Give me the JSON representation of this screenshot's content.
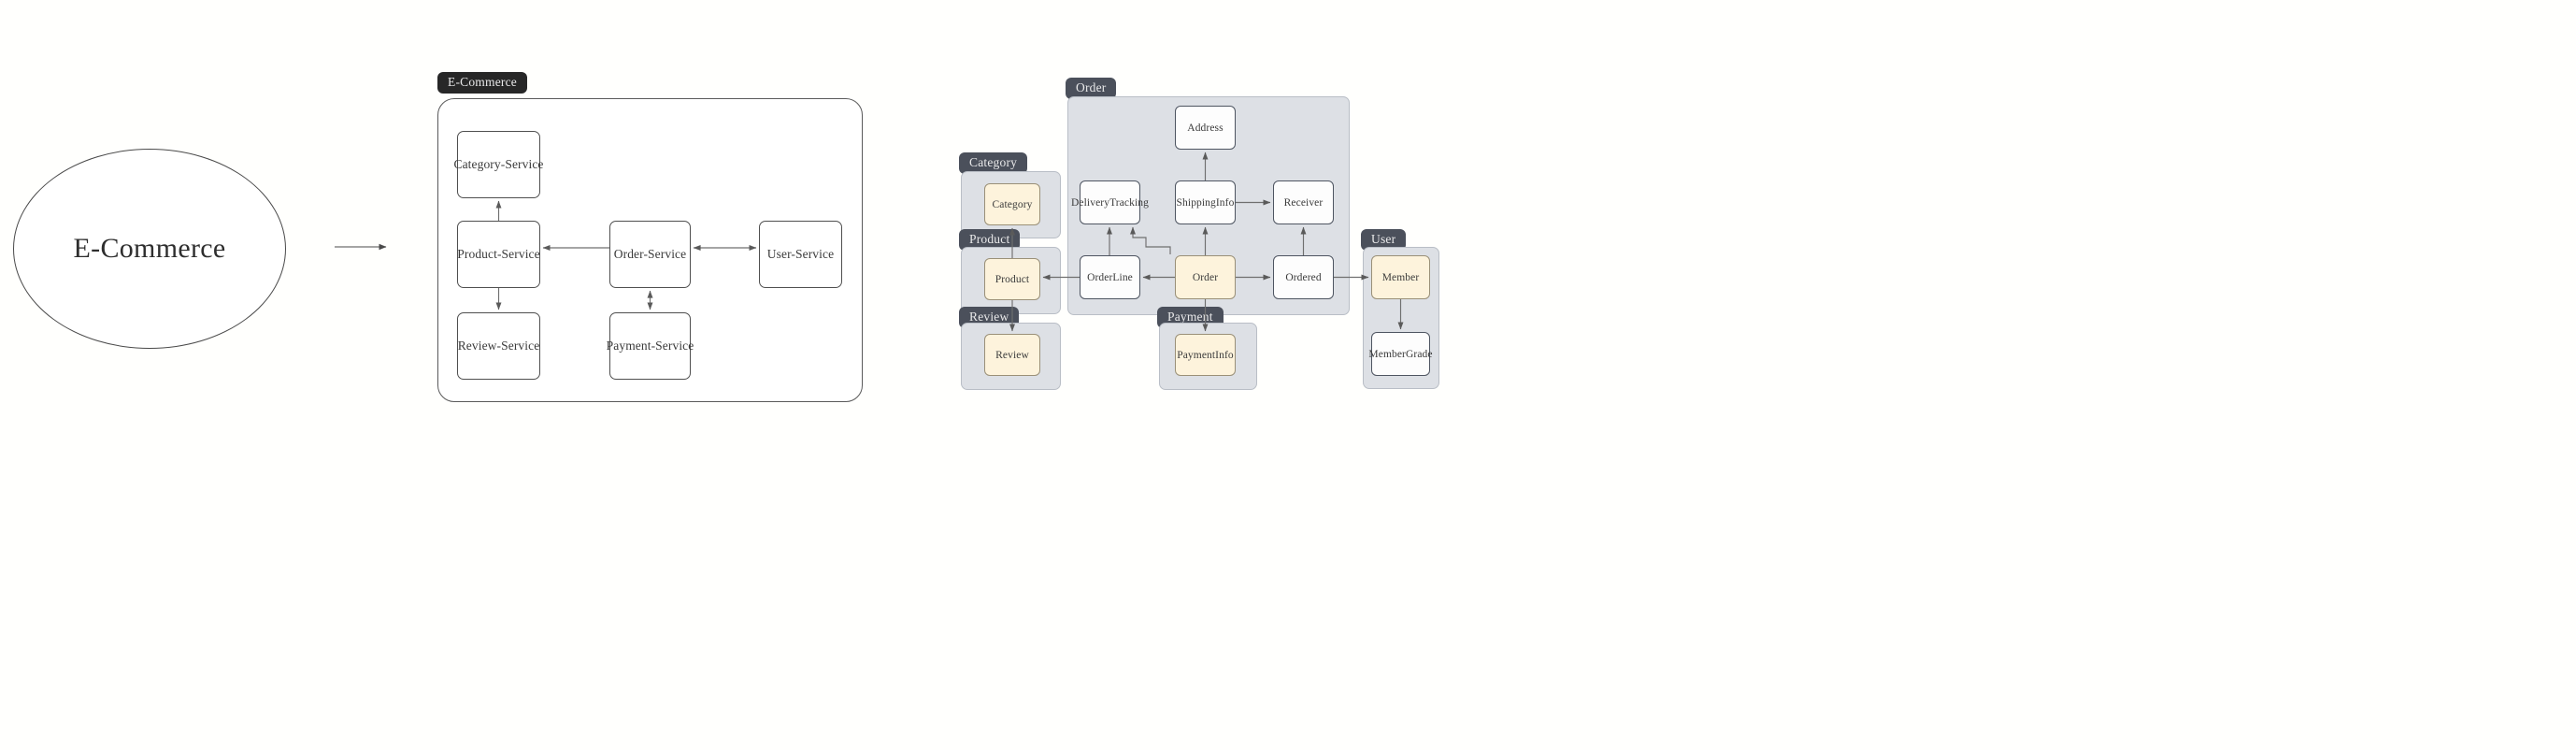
{
  "diagram": {
    "title_context": "E-Commerce",
    "flow_arrow": "right-arrow"
  },
  "context": {
    "shape": "ellipse",
    "label": "E-Commerce"
  },
  "system": {
    "tag": "E-Commerce",
    "services": [
      {
        "id": "category-service",
        "label": "Category-Service"
      },
      {
        "id": "product-service",
        "label": "Product-Service"
      },
      {
        "id": "order-service",
        "label": "Order-Service"
      },
      {
        "id": "user-service",
        "label": "User-Service"
      },
      {
        "id": "review-service",
        "label": "Review-Service"
      },
      {
        "id": "payment-service",
        "label": "Payment-Service"
      }
    ],
    "relations": [
      {
        "from": "Product-Service",
        "to": "Category-Service",
        "type": "directed"
      },
      {
        "from": "Product-Service",
        "to": "Review-Service",
        "type": "directed"
      },
      {
        "from": "Order-Service",
        "to": "Product-Service",
        "type": "directed"
      },
      {
        "from": "Order-Service",
        "to": "User-Service",
        "type": "bidirectional"
      },
      {
        "from": "Order-Service",
        "to": "Payment-Service",
        "type": "bidirectional"
      }
    ]
  },
  "domain_model": {
    "groups": [
      {
        "id": "category",
        "tag": "Category"
      },
      {
        "id": "order",
        "tag": "Order"
      },
      {
        "id": "product",
        "tag": "Product"
      },
      {
        "id": "review",
        "tag": "Review"
      },
      {
        "id": "payment",
        "tag": "Payment"
      },
      {
        "id": "user",
        "tag": "User"
      }
    ],
    "entities": [
      {
        "id": "category",
        "label": "Category",
        "group": "category",
        "kind": "aggregate"
      },
      {
        "id": "product",
        "label": "Product",
        "group": "product",
        "kind": "aggregate"
      },
      {
        "id": "review",
        "label": "Review",
        "group": "review",
        "kind": "aggregate"
      },
      {
        "id": "address",
        "label": "Address",
        "group": "order",
        "kind": "plain"
      },
      {
        "id": "deliverytracking",
        "label": "DeliveryTracking",
        "group": "order",
        "kind": "plain"
      },
      {
        "id": "shippinginfo",
        "label": "ShippingInfo",
        "group": "order",
        "kind": "plain"
      },
      {
        "id": "receiver",
        "label": "Receiver",
        "group": "order",
        "kind": "plain"
      },
      {
        "id": "orderline",
        "label": "OrderLine",
        "group": "order",
        "kind": "plain"
      },
      {
        "id": "order",
        "label": "Order",
        "group": "order",
        "kind": "aggregate"
      },
      {
        "id": "ordered",
        "label": "Ordered",
        "group": "order",
        "kind": "plain"
      },
      {
        "id": "paymentinfo",
        "label": "PaymentInfo",
        "group": "payment",
        "kind": "aggregate"
      },
      {
        "id": "member",
        "label": "Member",
        "group": "user",
        "kind": "aggregate"
      },
      {
        "id": "membergrade",
        "label": "MemberGrade",
        "group": "user",
        "kind": "plain"
      }
    ],
    "relations": [
      {
        "from": "Product",
        "to": "Category",
        "type": "directed"
      },
      {
        "from": "Product",
        "to": "Review",
        "type": "directed"
      },
      {
        "from": "OrderLine",
        "to": "Product",
        "type": "directed"
      },
      {
        "from": "OrderLine",
        "to": "DeliveryTracking",
        "type": "directed"
      },
      {
        "from": "Order",
        "to": "OrderLine",
        "type": "directed"
      },
      {
        "from": "Order",
        "to": "DeliveryTracking",
        "type": "directed"
      },
      {
        "from": "Order",
        "to": "ShippingInfo",
        "type": "directed"
      },
      {
        "from": "ShippingInfo",
        "to": "Address",
        "type": "directed"
      },
      {
        "from": "ShippingInfo",
        "to": "Receiver",
        "type": "directed"
      },
      {
        "from": "Order",
        "to": "Ordered",
        "type": "directed"
      },
      {
        "from": "Ordered",
        "to": "Receiver",
        "type": "directed"
      },
      {
        "from": "Ordered",
        "to": "Member",
        "type": "directed"
      },
      {
        "from": "Order",
        "to": "PaymentInfo",
        "type": "directed"
      },
      {
        "from": "Member",
        "to": "MemberGrade",
        "type": "directed"
      }
    ]
  },
  "colors": {
    "tag_dark": "#272727",
    "tag_slate": "#4b505b",
    "group_fill": "#dde0e5",
    "aggregate_fill": "#fdf3dc",
    "aggregate_border": "#9a9078",
    "entity_border": "#4e5561",
    "edge_stroke": "#6f6f6f",
    "background": "#fffffd"
  }
}
